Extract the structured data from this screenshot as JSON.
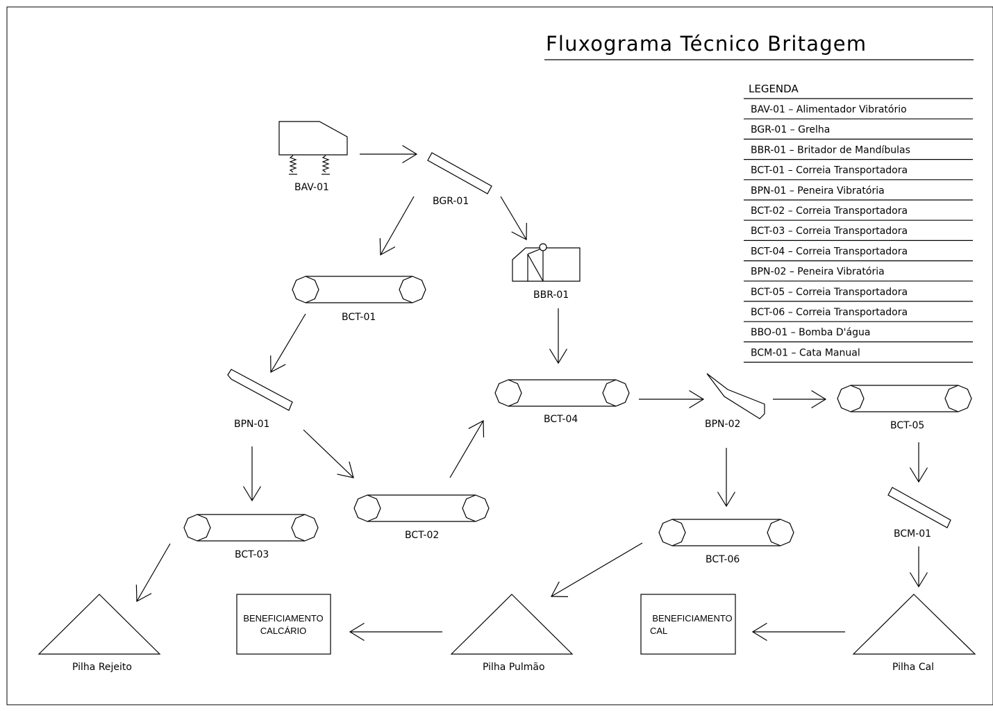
{
  "diagram": {
    "title": "Fluxograma Técnico Britagem",
    "legend": {
      "title": "LEGENDA",
      "items": [
        "BAV-01 – Alimentador Vibratório",
        "BGR-01 – Grelha",
        "BBR-01 – Britador de Mandíbulas",
        "BCT-01 – Correia Transportadora",
        "BPN-01 – Peneira Vibratória",
        "BCT-02 – Correia Transportadora",
        "BCT-03 – Correia Transportadora",
        "BCT-04 – Correia Transportadora",
        "BPN-02 – Peneira Vibratória",
        "BCT-05 – Correia Transportadora",
        "BCT-06 – Correia Transportadora",
        "BBO-01 – Bomba D'água",
        "BCM-01 – Cata Manual"
      ]
    },
    "equipment": {
      "bav01": "BAV-01",
      "bgr01": "BGR-01",
      "bbr01": "BBR-01",
      "bct01": "BCT-01",
      "bpn01": "BPN-01",
      "bct02": "BCT-02",
      "bct03": "BCT-03",
      "bct04": "BCT-04",
      "bpn02": "BPN-02",
      "bct05": "BCT-05",
      "bct06": "BCT-06",
      "bcm01": "BCM-01"
    },
    "piles": {
      "rejeito": "Pilha Rejeito",
      "pulmao": "Pilha Pulmão",
      "cal": "Pilha Cal"
    },
    "boxes": {
      "calcario": {
        "line1": "BENEFICIAMENTO",
        "line2": "CALCÁRIO"
      },
      "cal": {
        "line1": "BENEFICIAMENTO",
        "line2": "CAL"
      }
    }
  }
}
